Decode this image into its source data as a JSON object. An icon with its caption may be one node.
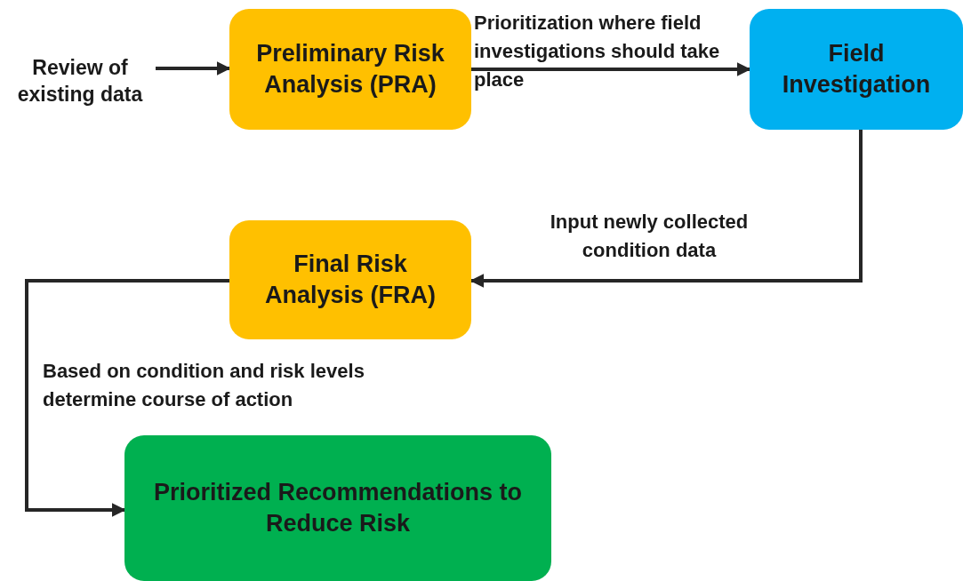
{
  "diagram": {
    "nodes": [
      {
        "text": [
          "Review of existing data"
        ]
      },
      {
        "text": [
          "Preliminary Risk Analysis (PRA)"
        ]
      },
      {
        "text": [
          "Field Investigation"
        ]
      },
      {
        "text": [
          "Final Risk Analysis (FRA)"
        ]
      },
      {
        "text": [
          "Prioritized Recommendations to Reduce Risk"
        ]
      }
    ],
    "edges": [
      {
        "from": 0,
        "to": 1,
        "arrow": "to"
      },
      {
        "from": 1,
        "to": 2,
        "arrow": "to",
        "label": "Prioritization where field investigations should take place"
      },
      {
        "from": 2,
        "to": 3,
        "arrow": "to",
        "label": "Input newly collected condition data"
      },
      {
        "from": 3,
        "to": 4,
        "arrow": "to",
        "label": "Based on condition and risk levels determine course of action"
      }
    ]
  }
}
